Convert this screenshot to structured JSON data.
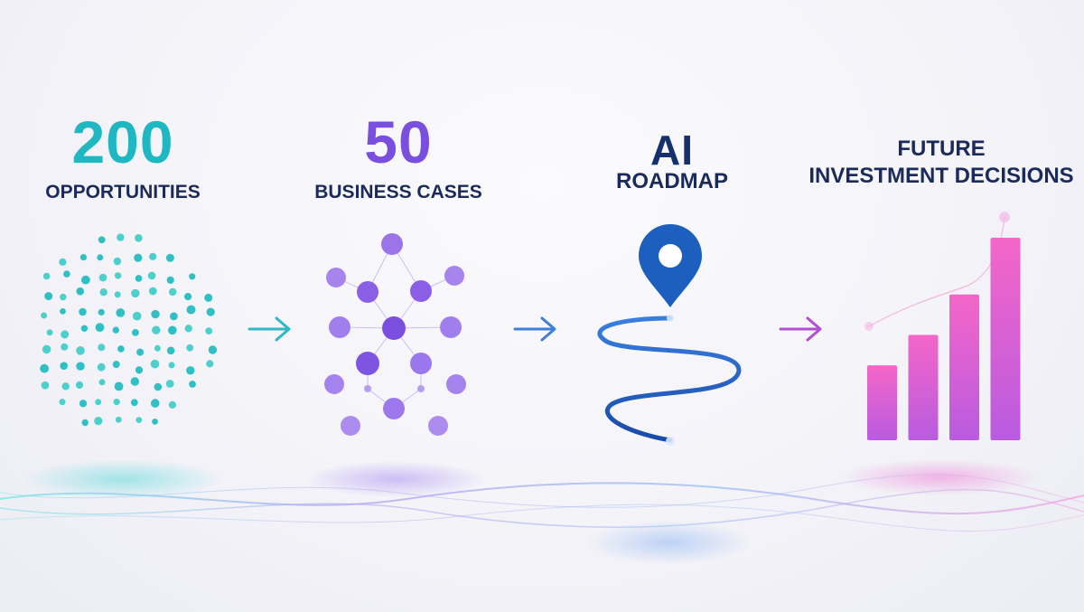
{
  "stages": [
    {
      "id": "opportunities",
      "value": "200",
      "label": "OPPORTUNITIES",
      "color": "#1fb8c2",
      "icon": "dot-cloud-icon"
    },
    {
      "id": "business_cases",
      "value": "50",
      "label": "BUSINESS CASES",
      "color": "#7a4fe0",
      "icon": "network-cluster-icon"
    },
    {
      "id": "roadmap",
      "title": "AI",
      "label": "ROADMAP",
      "color": "#1d5fbf",
      "icon": "map-pin-path-icon"
    },
    {
      "id": "future",
      "label_lines": [
        "FUTURE",
        "INVESTMENT DECISIONS"
      ],
      "color": "#e45cc6",
      "icon": "rising-bar-chart-icon"
    }
  ],
  "arrows": [
    {
      "from": "opportunities",
      "to": "business_cases",
      "color": "#2fb8c4"
    },
    {
      "from": "business_cases",
      "to": "roadmap",
      "color": "#3f7fd8"
    },
    {
      "from": "roadmap",
      "to": "future",
      "color": "#b04fd0"
    }
  ],
  "bar_icon_values": [
    0.37,
    0.52,
    0.72,
    1.0
  ]
}
